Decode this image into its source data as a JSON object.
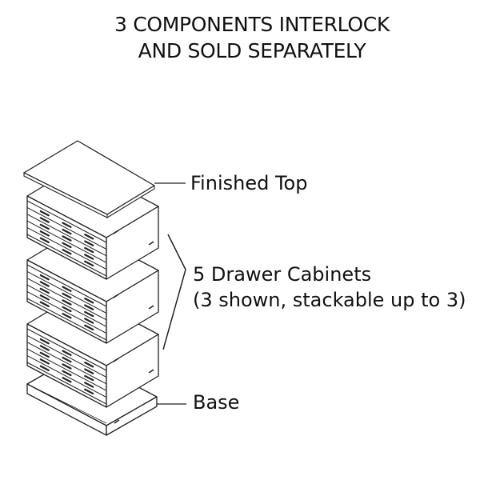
{
  "title": {
    "line1": "3 COMPONENTS INTERLOCK",
    "line2": "AND SOLD SEPARATELY"
  },
  "labels": {
    "top": "Finished Top",
    "cabinets_line1": "5 Drawer Cabinets",
    "cabinets_line2": "(3 shown, stackable up to 3)",
    "base": "Base"
  },
  "illustration": {
    "components": [
      "finished-top",
      "drawer-cabinet",
      "drawer-cabinet",
      "drawer-cabinet",
      "base"
    ],
    "drawers_per_cabinet": 5,
    "line_color": "#222222",
    "fill_color": "#ffffff"
  }
}
